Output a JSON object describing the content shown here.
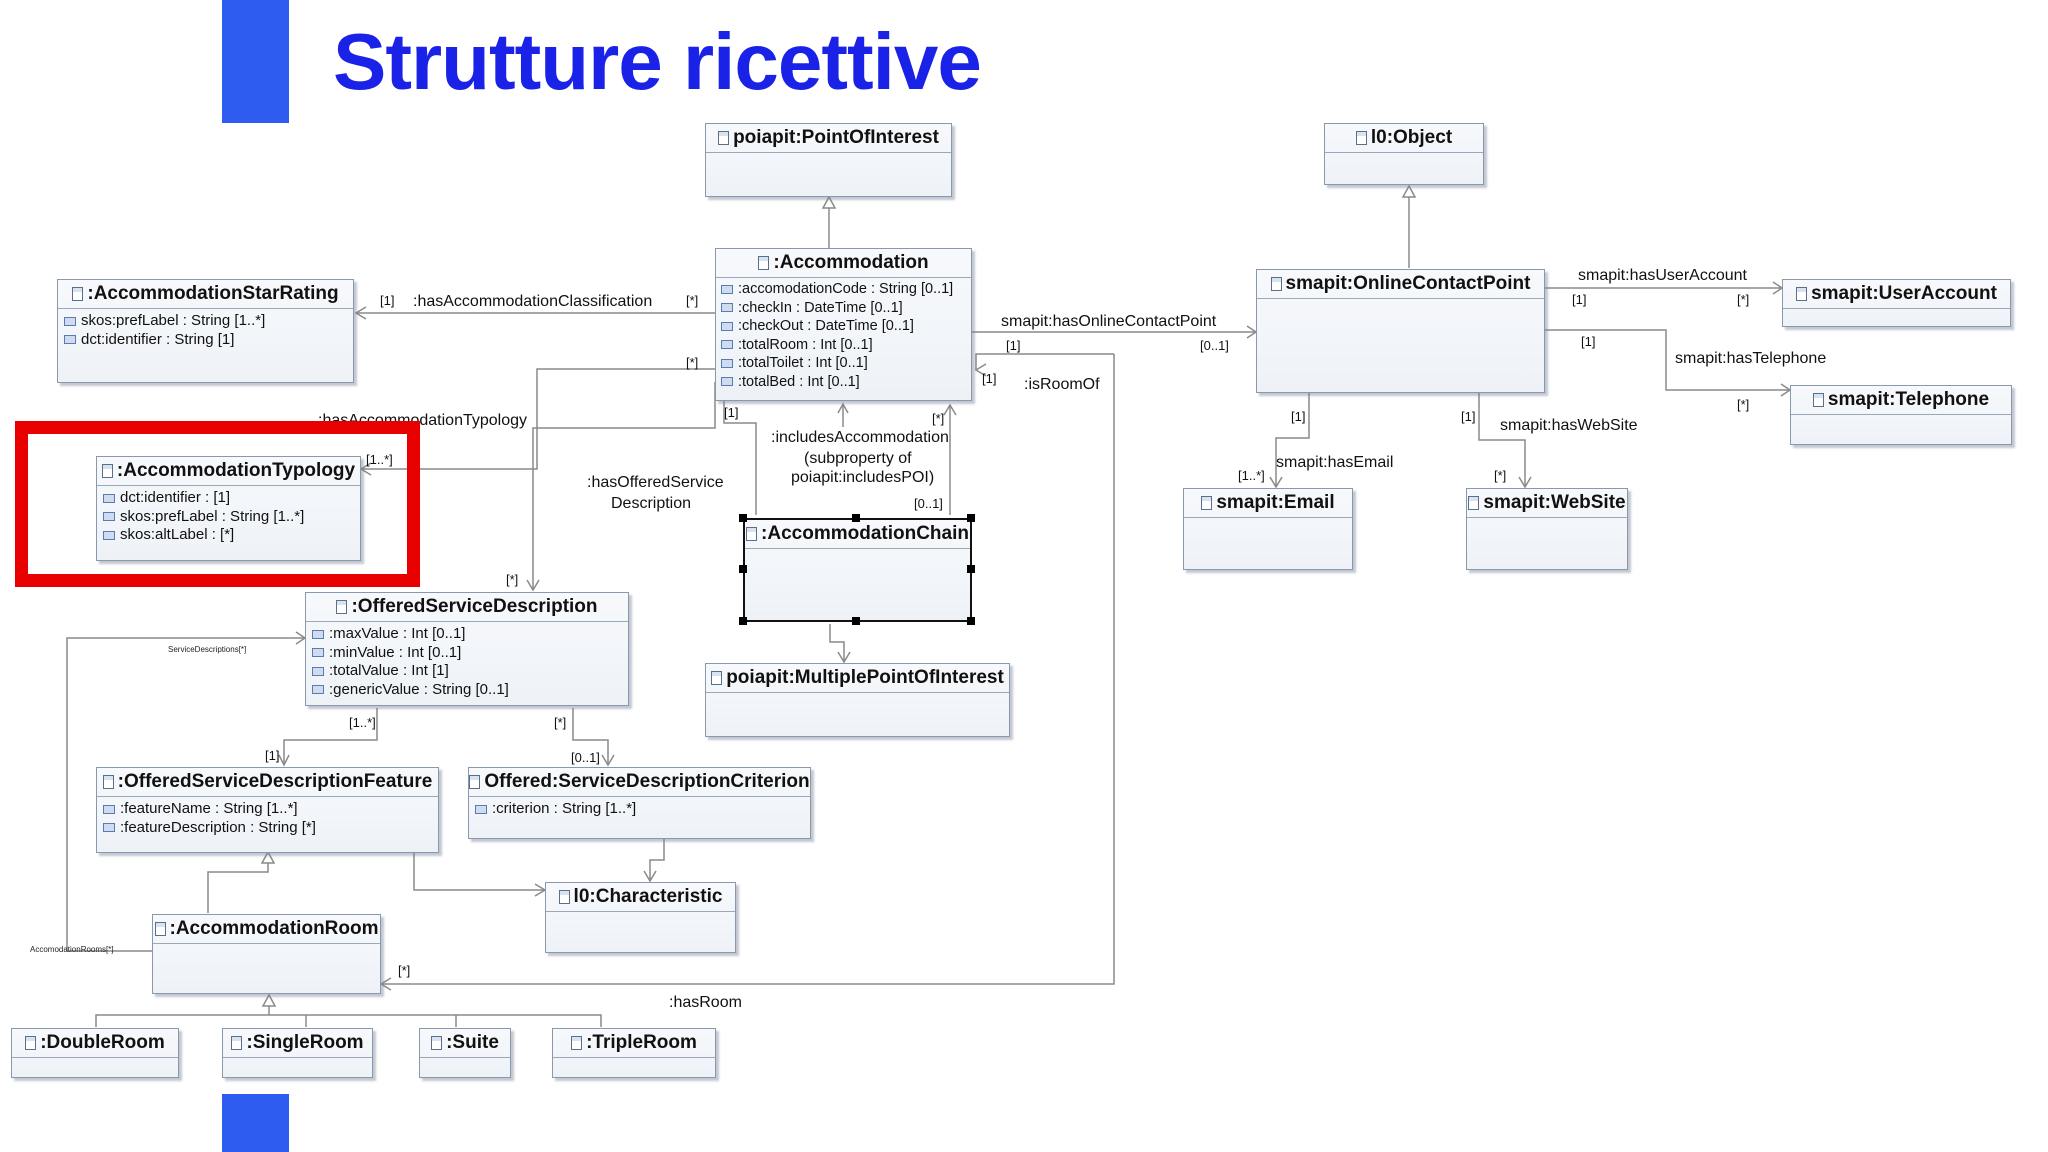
{
  "slide": {
    "title": "Strutture ricettive",
    "accent_color": "#2e5bf0",
    "title_color": "#1a22e8",
    "highlight_color": "#e80000"
  },
  "classes": {
    "point_of_interest": {
      "name": "poiapit:PointOfInterest",
      "attributes": []
    },
    "accommodation": {
      "name": ":Accommodation",
      "attributes": [
        ":accomodationCode : String [0..1]",
        ":checkIn : DateTime [0..1]",
        ":checkOut : DateTime [0..1]",
        ":totalRoom : Int [0..1]",
        ":totalToilet : Int [0..1]",
        ":totalBed : Int [0..1]"
      ]
    },
    "star_rating": {
      "name": ":AccommodationStarRating",
      "attributes": [
        "skos:prefLabel : String [1..*]",
        "dct:identifier : String [1]"
      ]
    },
    "typology": {
      "name": ":AccommodationTypology",
      "attributes": [
        "dct:identifier :  [1]",
        "skos:prefLabel : String [1..*]",
        "skos:altLabel :  [*]"
      ]
    },
    "chain": {
      "name": ":AccommodationChain",
      "attributes": []
    },
    "offered_service_description": {
      "name": ":OfferedServiceDescription",
      "attributes": [
        ":maxValue : Int [0..1]",
        ":minValue : Int [0..1]",
        ":totalValue : Int [1]",
        ":genericValue : String [0..1]"
      ]
    },
    "multiple_poi": {
      "name": "poiapit:MultiplePointOfInterest",
      "attributes": []
    },
    "feature": {
      "name": ":OfferedServiceDescriptionFeature",
      "attributes": [
        ":featureName : String [1..*]",
        ":featureDescription : String [*]"
      ]
    },
    "criterion": {
      "name": "Offered:ServiceDescriptionCriterion",
      "attributes": [
        ":criterion : String [1..*]"
      ]
    },
    "characteristic": {
      "name": "l0:Characteristic",
      "attributes": []
    },
    "room": {
      "name": ":AccommodationRoom",
      "attributes": []
    },
    "double_room": {
      "name": ":DoubleRoom",
      "attributes": []
    },
    "single_room": {
      "name": ":SingleRoom",
      "attributes": []
    },
    "suite": {
      "name": ":Suite",
      "attributes": []
    },
    "triple_room": {
      "name": ":TripleRoom",
      "attributes": []
    },
    "object": {
      "name": "l0:Object",
      "attributes": []
    },
    "online_contact_point": {
      "name": "smapit:OnlineContactPoint",
      "attributes": []
    },
    "user_account": {
      "name": "smapit:UserAccount",
      "attributes": []
    },
    "telephone": {
      "name": "smapit:Telephone",
      "attributes": []
    },
    "email": {
      "name": "smapit:Email",
      "attributes": []
    },
    "website": {
      "name": "smapit:WebSite",
      "attributes": []
    }
  },
  "relations": {
    "has_classification": ":hasAccommodationClassification",
    "has_typology": ":hasAccommodationTypology",
    "has_offered_service_1": ":hasOfferedService",
    "has_offered_service_2": "Description",
    "includes_1": ":includesAccommodation",
    "includes_2": "(subproperty of",
    "includes_3": "poiapit:includesPOI)",
    "is_room_of": ":isRoomOf",
    "has_room": ":hasRoom",
    "has_online_contact_point": "smapit:hasOnlineContactPoint",
    "has_user_account": "smapit:hasUserAccount",
    "has_telephone": "smapit:hasTelephone",
    "has_email": "smapit:hasEmail",
    "has_website": "smapit:hasWebSite",
    "service_descriptions": "ServiceDescriptions[*]",
    "accommodation_rooms": "AccomodationRooms[*]"
  },
  "multiplicities": {
    "one": "[1]",
    "many": "[*]",
    "one_or_more": "[1..*]",
    "zero_or_one": "[0..1]"
  }
}
